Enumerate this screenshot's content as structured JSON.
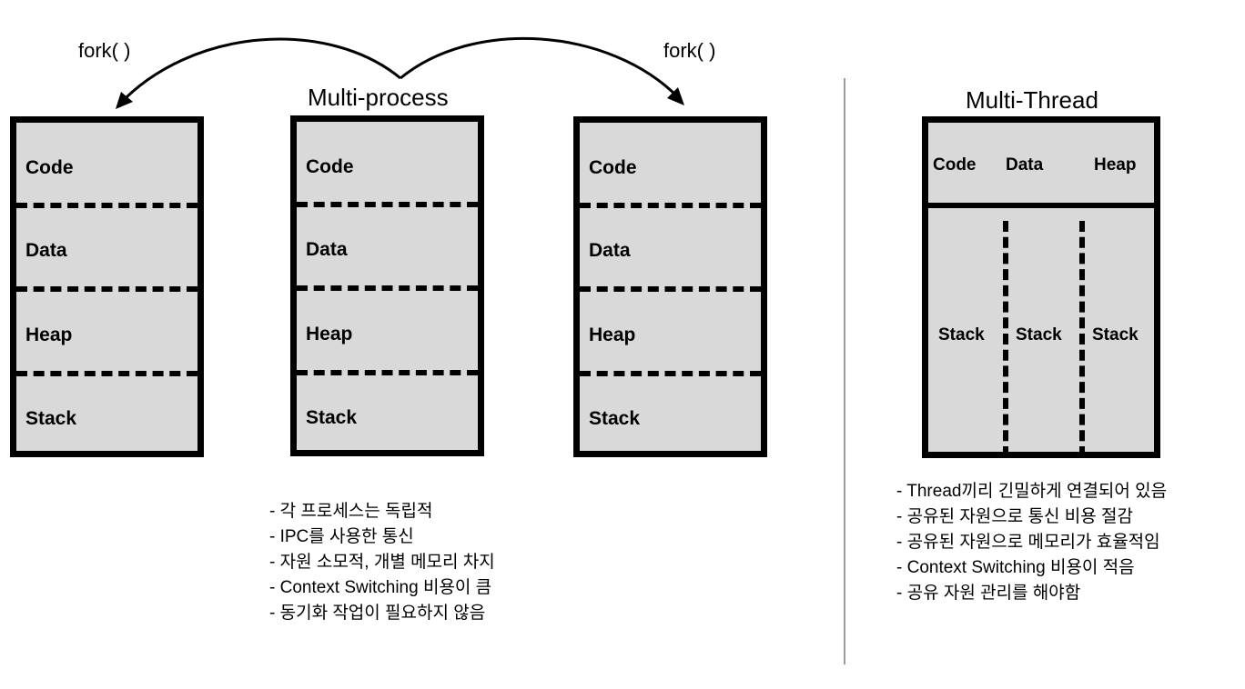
{
  "fork_left_label": "fork( )",
  "fork_right_label": "fork( )",
  "multiprocess": {
    "title": "Multi-process",
    "segments": [
      "Code",
      "Data",
      "Heap",
      "Stack"
    ],
    "notes": [
      "- 각 프로세스는 독립적",
      "- IPC를 사용한 통신",
      "- 자원 소모적, 개별 메모리 차지",
      "- Context Switching 비용이 큼",
      "- 동기화 작업이 필요하지 않음"
    ]
  },
  "multithread": {
    "title": "Multi-Thread",
    "shared": [
      "Code",
      "Data",
      "Heap"
    ],
    "stacks": [
      "Stack",
      "Stack",
      "Stack"
    ],
    "notes": [
      "- Thread끼리 긴밀하게 연결되어 있음",
      "- 공유된 자원으로 통신 비용 절감",
      "- 공유된 자원으로 메모리가 효율적임",
      "- Context Switching 비용이 적음",
      "- 공유 자원 관리를 해야함"
    ]
  }
}
